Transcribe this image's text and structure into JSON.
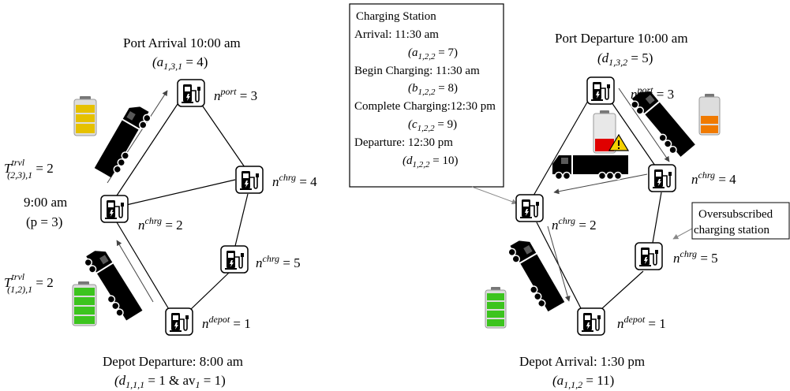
{
  "left": {
    "port_label": "Port Arrival 10:00 am",
    "port_var": "(a",
    "port_sub": "1,3,1",
    "port_val": " = 4)",
    "node_port_var": "n",
    "node_port_sup": "port",
    "node_port_val": " = 3",
    "node_chrg4_sup": "chrg",
    "node_chrg4_val": " = 4",
    "node_chrg2_sup": "chrg",
    "node_chrg2_val": " = 2",
    "node_chrg5_sup": "chrg",
    "node_chrg5_val": " = 5",
    "node_depot_sup": "depot",
    "node_depot_val": " = 1",
    "time_label": "9:00 am",
    "time_param": "(p = 3)",
    "travel_top_var": "T",
    "travel_top_sup": "trvl",
    "travel_top_sub": "(2,3),1",
    "travel_top_val": " = 2",
    "travel_bottom_var": "T",
    "travel_bottom_sup": "trvl",
    "travel_bottom_sub": "(1,2),1",
    "travel_bottom_val": " = 2",
    "depot_label": "Depot Departure: 8:00 am",
    "depot_var_open": "(d",
    "depot_sub": "1,1,1",
    "depot_mid": " = 1 & av",
    "depot_sub2": "1",
    "depot_end": " = 1)"
  },
  "right": {
    "port_label": "Port Departure 10:00 am",
    "port_var": "(d",
    "port_sub": "1,3,2",
    "port_val": " = 5)",
    "node_port_sup": "port",
    "node_port_val": " = 3",
    "node_chrg4_sup": "chrg",
    "node_chrg4_val": " = 4",
    "node_chrg2_sup": "chrg",
    "node_chrg2_val": " = 2",
    "node_chrg5_sup": "chrg",
    "node_chrg5_val": " = 5",
    "node_depot_sup": "depot",
    "node_depot_val": " = 1",
    "oversub_line1": "Oversubscribed",
    "oversub_line2": "charging station",
    "depot_label": "Depot Arrival: 1:30 pm",
    "depot_var": "(a",
    "depot_sub": "1,1,2",
    "depot_val": " = 11)"
  },
  "infobox": {
    "title": "Charging Station",
    "arrival": "Arrival: 11:30 am",
    "arrival_var": "(a",
    "arrival_sub": "1,2,2",
    "arrival_val": " = 7)",
    "begin": "Begin Charging: 11:30 am",
    "begin_var": "(b",
    "begin_sub": "1,2,2",
    "begin_val": " = 8)",
    "complete": "Complete Charging:12:30 pm",
    "complete_var": "(c",
    "complete_sub": "1,2,2",
    "complete_val": " = 9)",
    "departure": "Departure: 12:30 pm",
    "departure_var": "(d",
    "departure_sub": "1,2,2",
    "departure_val": " = 10)"
  },
  "colors": {
    "battery_yellow": "#e6c100",
    "battery_green": "#3cc41e",
    "battery_orange": "#f07a00",
    "battery_red": "#e00000",
    "warning": "#f5d000"
  }
}
